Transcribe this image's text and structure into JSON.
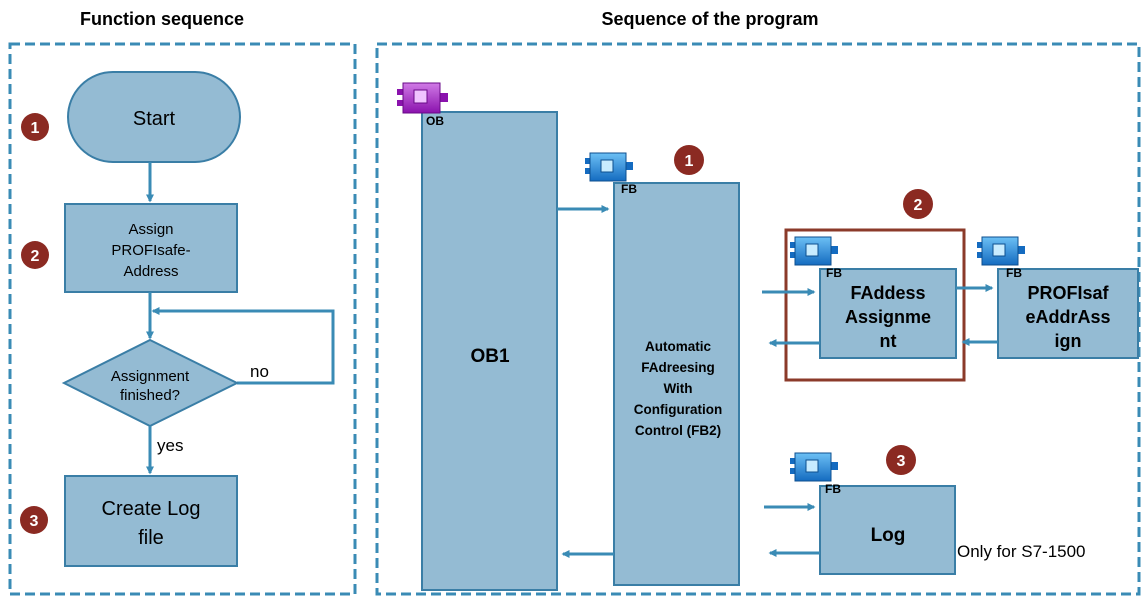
{
  "colors": {
    "frame_dash": "#3a8bb5",
    "box_fill": "#94bbd3",
    "box_stroke": "#3a7ea6",
    "arrow": "#3a8bb5",
    "badge": "#8b2a22",
    "highlight_frame": "#8b3a2a",
    "ob_icon": "#a21fc5",
    "fb_icon": "#1d7fd6"
  },
  "left_panel": {
    "title": "Function sequence",
    "start": "Start",
    "assign": [
      "Assign",
      "PROFIsafe-",
      "Address"
    ],
    "decision": [
      "Assignment",
      "finished?"
    ],
    "no_label": "no",
    "yes_label": "yes",
    "log": [
      "Create Log",
      "file"
    ],
    "badges": [
      "1",
      "2",
      "3"
    ]
  },
  "right_panel": {
    "title": "Sequence of the program",
    "ob1": "OB1",
    "ob_icon_label": "OB",
    "fb_icon_label": "FB",
    "fb2": [
      "Automatic",
      "FAdreesing",
      "With",
      "Configuration",
      "Control (FB2)"
    ],
    "faddress": [
      "FAddess",
      "Assignme",
      "nt"
    ],
    "profisafe": [
      "PROFIsaf",
      "eAddrAss",
      "ign"
    ],
    "log": "Log",
    "note": "Only for S7-1500",
    "badges": [
      "1",
      "2",
      "3"
    ]
  }
}
